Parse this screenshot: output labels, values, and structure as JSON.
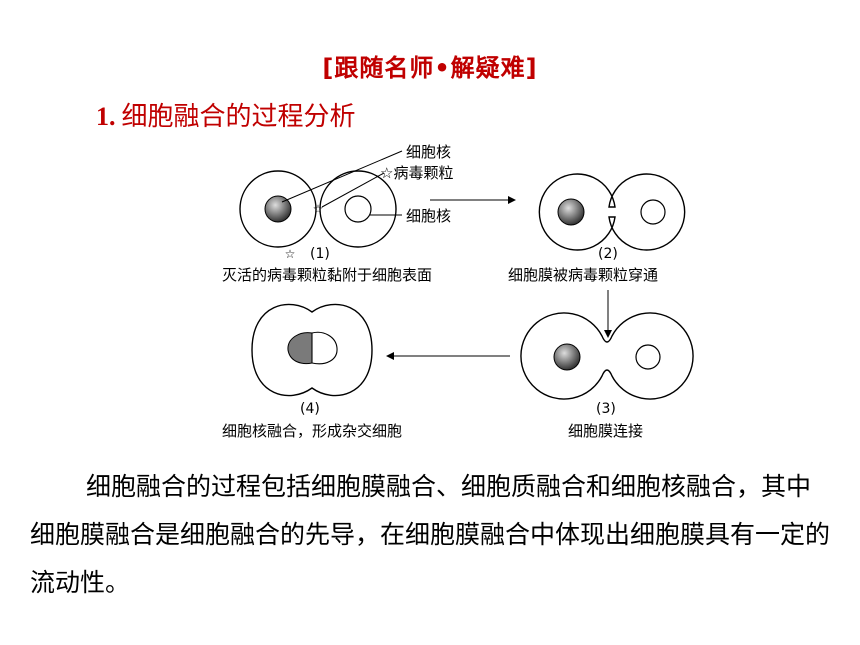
{
  "heading": "[跟随名师•解疑难]",
  "section": {
    "number": "1.",
    "title": "细胞融合的过程分析"
  },
  "diagram": {
    "labels": {
      "nucleus_top": "细胞核",
      "virus": "☆病毒颗粒",
      "nucleus_mid": "细胞核",
      "virus_mark": "☆"
    },
    "steps": [
      {
        "num": "(1)",
        "caption": "灭活的病毒颗粒黏附于细胞表面"
      },
      {
        "num": "(2)",
        "caption": "细胞膜被病毒颗粒穿通"
      },
      {
        "num": "(3)",
        "caption": "细胞膜连接"
      },
      {
        "num": "(4)",
        "caption": "细胞核融合，形成杂交细胞"
      }
    ],
    "colors": {
      "nucleus_shade": "#555555",
      "fused_shade": "#7a7a7a",
      "line": "#000000"
    }
  },
  "paragraph": "细胞融合的过程包括细胞膜融合、细胞质融合和细胞核融合，其中细胞膜融合是细胞融合的先导，在细胞膜融合中体现出细胞膜具有一定的流动性。"
}
